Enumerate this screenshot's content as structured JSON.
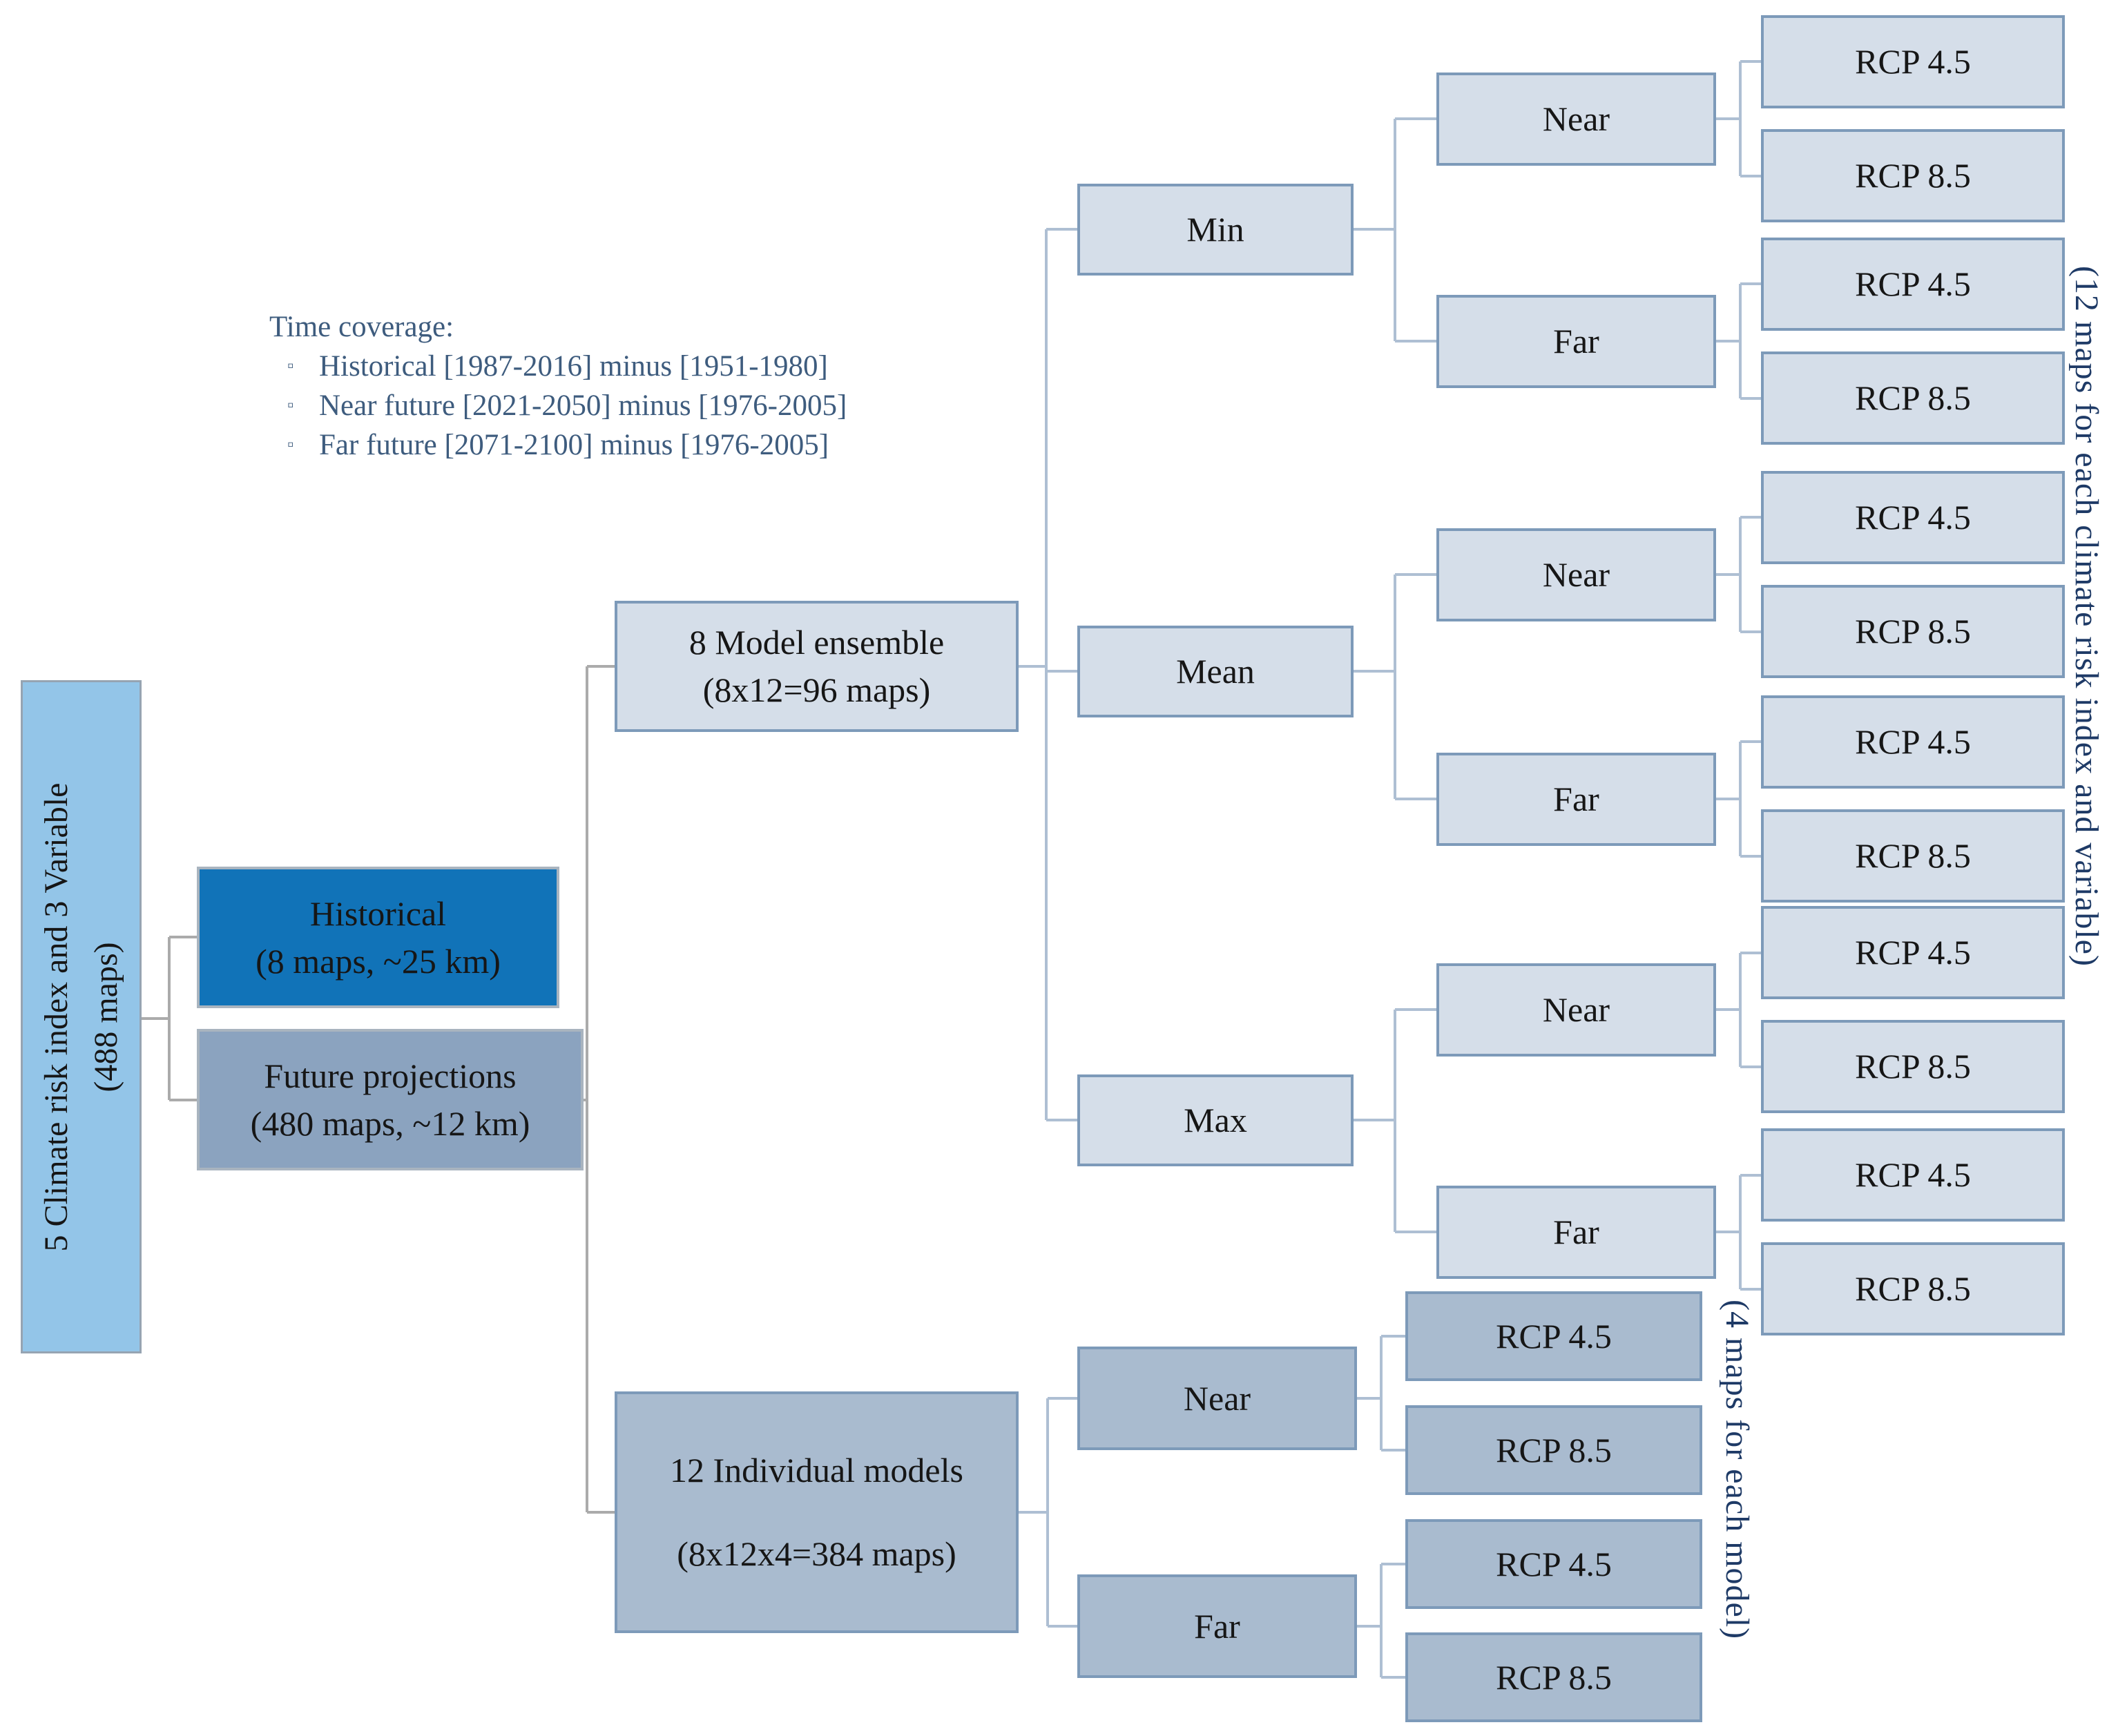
{
  "colors": {
    "root_fill": "#93c5e8",
    "historical_fill": "#1173b8",
    "future_fill": "#8ba3bf",
    "ensemble_branch_fill": "#d5dee9",
    "individual_branch_fill": "#a9bbcf",
    "branch_border": "#7d9ab9",
    "connector_blue": "#aebfd3",
    "connector_gray": "#ababab",
    "note_text": "#1e3a66",
    "time_coverage_text": "#3e5c7e"
  },
  "root": {
    "line1": "5 Climate risk index and 3 Variable",
    "line2": "(488 maps)"
  },
  "time_coverage": {
    "title": "Time coverage:",
    "bullet": "▫",
    "items": [
      "Historical [1987-2016] minus [1951-1980]",
      "Near future [2021-2050] minus [1976-2005]",
      "Far future [2071-2100] minus [1976-2005]"
    ]
  },
  "historical": {
    "line1": "Historical",
    "line2": "(8 maps, ~25 km)"
  },
  "future": {
    "line1": "Future projections",
    "line2": "(480 maps, ~12 km)"
  },
  "ensemble": {
    "line1": "8 Model ensemble",
    "line2": "(8x12=96 maps)"
  },
  "individual": {
    "line1": "12 Individual models",
    "line2": "(8x12x4=384 maps)"
  },
  "labels": {
    "min": "Min",
    "mean": "Mean",
    "max": "Max",
    "near": "Near",
    "far": "Far",
    "rcp45": "RCP 4.5",
    "rcp85": "RCP 8.5"
  },
  "notes": {
    "ensemble": "(12 maps for each climate risk index and variable)",
    "individual": "(4 maps for each model)"
  }
}
